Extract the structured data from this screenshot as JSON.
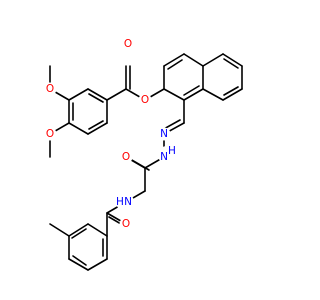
{
  "colors": {
    "background": "#ffffff",
    "bond": "#000000",
    "oxygen": "#ff0000",
    "nitrogen": "#0000ff"
  },
  "labels": {
    "o_methoxy_top": "O",
    "o_methoxy_bottom": "O",
    "o_ester_carbonyl": "O",
    "o_ester_link": "O",
    "n_imine": "N",
    "n_hydrazide": "N",
    "h_hydrazide": "H",
    "o_amide_top": "O",
    "n_amide": "N",
    "h_amide": "H",
    "o_amide_bottom": "O"
  }
}
